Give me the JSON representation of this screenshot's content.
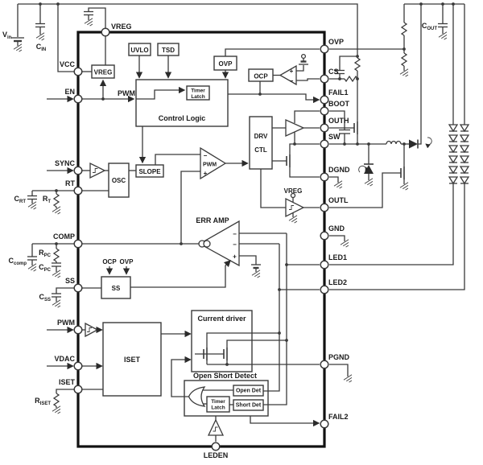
{
  "colors": {
    "line": "#3a3a3a",
    "ic_border": "#111111",
    "background": "#ffffff",
    "text": "#1a1a1a"
  },
  "pins": {
    "vcc": "VCC",
    "en": "EN",
    "sync": "SYNC",
    "rt": "RT",
    "comp": "COMP",
    "ss": "SS",
    "pwm": "PWM",
    "vdac": "VDAC",
    "iset": "ISET",
    "vreg": "VREG",
    "ovp": "OVP",
    "cs": "CS",
    "fail1": "FAIL1",
    "boot": "BOOT",
    "outh": "OUTH",
    "sw": "SW",
    "dgnd": "DGND",
    "outl": "OUTL",
    "gnd": "GND",
    "led1": "LED1",
    "led2": "LED2",
    "pgnd": "PGND",
    "fail2": "FAIL2",
    "leden": "LEDEN"
  },
  "blocks": {
    "vreg": "VREG",
    "uvlo": "UVLO",
    "tsd": "TSD",
    "ovp": "OVP",
    "ocp": "OCP",
    "control_logic": "Control Logic",
    "timer": "Timer",
    "latch": "Latch",
    "osc": "OSC",
    "slope": "SLOPE",
    "pwm_comp": "PWM",
    "drv": "DRV",
    "ctl": "CTL",
    "vreg_drv": "VREG",
    "err_amp": "ERR AMP",
    "ss": "SS",
    "ocp_sig": "OCP",
    "ovp_sig": "OVP",
    "iset": "ISET",
    "current_driver": "Current driver",
    "open_short_detect": "Open Short Detect",
    "open_det": "Open Det",
    "short_det": "Short Det",
    "pwm_sig": "PWM"
  },
  "components": {
    "vin": {
      "m": "V",
      "s": "in"
    },
    "cin": {
      "m": "C",
      "s": "IN"
    },
    "cout": {
      "m": "C",
      "s": "OUT"
    },
    "crt": {
      "m": "C",
      "s": "RT"
    },
    "rt": {
      "m": "R",
      "s": "T"
    },
    "ccomp": {
      "m": "C",
      "s": "comp"
    },
    "rpc": {
      "m": "R",
      "s": "PC"
    },
    "cpc": {
      "m": "C",
      "s": "PC"
    },
    "css": {
      "m": "C",
      "s": "SS"
    },
    "riset": {
      "m": "R",
      "s": "ISET"
    }
  },
  "signs": {
    "plus": "+",
    "minus": "−"
  }
}
